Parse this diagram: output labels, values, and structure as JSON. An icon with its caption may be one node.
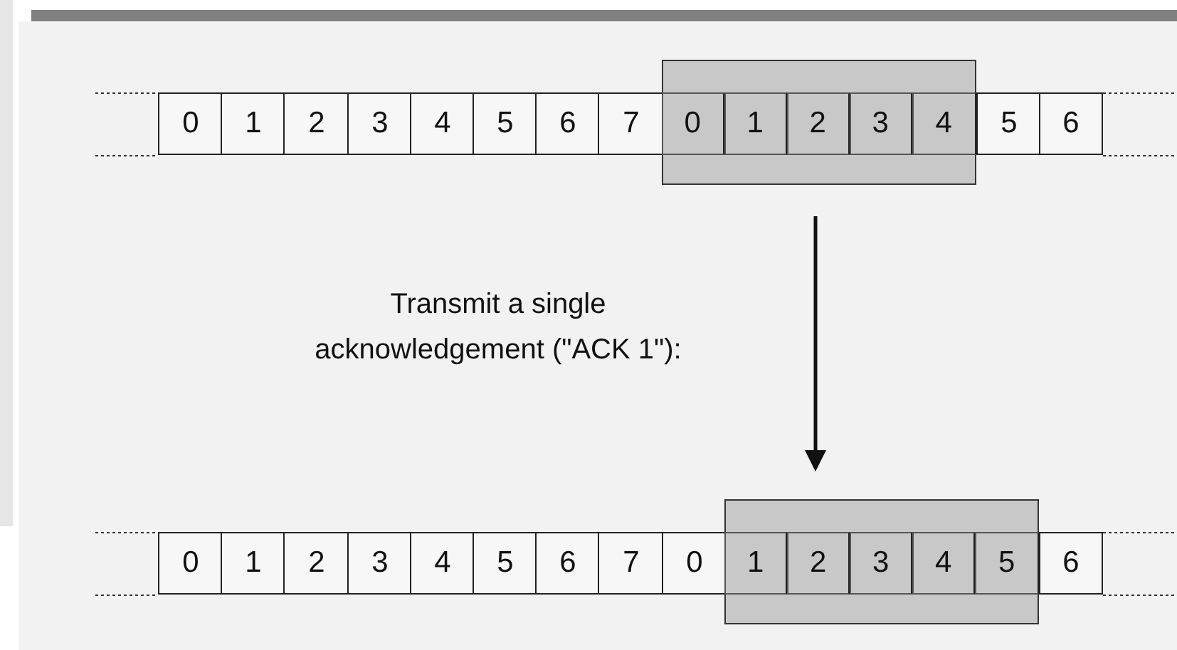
{
  "diagram": {
    "nodes": [
      {
        "text": [
          "0"
        ]
      },
      {
        "text": [
          "1"
        ]
      },
      {
        "text": [
          "2"
        ]
      },
      {
        "text": [
          "3"
        ]
      },
      {
        "text": [
          "4"
        ]
      },
      {
        "text": [
          "5"
        ]
      },
      {
        "text": [
          "6"
        ]
      },
      {
        "text": [
          "7"
        ]
      },
      {
        "text": [],
        "shape": "box"
      },
      {
        "text": [
          "0"
        ],
        "in": 8
      },
      {
        "text": [
          "1"
        ],
        "in": 8
      },
      {
        "text": [
          "2"
        ],
        "in": 8
      },
      {
        "text": [
          "3"
        ],
        "in": 8
      },
      {
        "text": [
          "4"
        ],
        "in": 8
      },
      {
        "text": [
          "5"
        ]
      },
      {
        "text": [
          "6"
        ]
      },
      {
        "text": [
          "0"
        ]
      },
      {
        "text": [
          "1"
        ]
      },
      {
        "text": [
          "2"
        ]
      },
      {
        "text": [
          "3"
        ]
      },
      {
        "text": [
          "4"
        ]
      },
      {
        "text": [
          "5"
        ]
      },
      {
        "text": [
          "6"
        ]
      },
      {
        "text": [
          "7"
        ]
      },
      {
        "text": [
          "0"
        ]
      },
      {
        "text": [],
        "shape": "box"
      },
      {
        "text": [
          "1"
        ],
        "in": 25
      },
      {
        "text": [
          "2"
        ],
        "in": 25
      },
      {
        "text": [
          "3"
        ],
        "in": 25
      },
      {
        "text": [
          "4"
        ],
        "in": 25
      },
      {
        "text": [
          "5"
        ],
        "in": 25
      },
      {
        "text": [
          "6"
        ]
      }
    ],
    "edges": [
      {
        "from": 8,
        "to": 25,
        "arrow": "to"
      }
    ],
    "labels": [
      "Transmit a single acknowledgement (\"ACK 1\"):"
    ]
  }
}
